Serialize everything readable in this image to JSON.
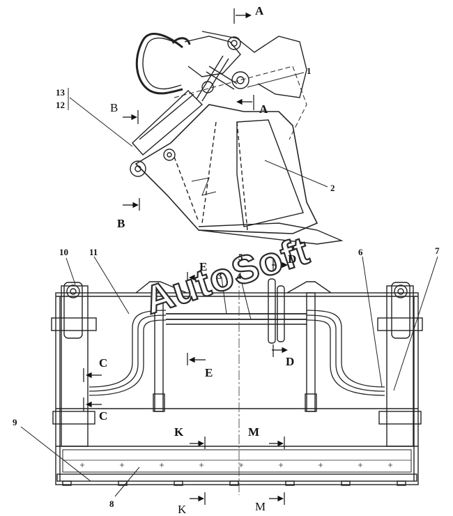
{
  "watermark": "AutoSoft",
  "part_numbers": {
    "n1": "1",
    "n2": "2",
    "n3": "3",
    "n4": "4",
    "n5": "5",
    "n6": "6",
    "n7": "7",
    "n8": "8",
    "n9": "9",
    "n10": "10",
    "n11": "11",
    "n12": "12",
    "n13": "13"
  },
  "section_marks": {
    "a_top": "A",
    "a_mid": "A",
    "b_top": "B",
    "b_bot": "B",
    "c_top": "C",
    "c_bot": "C",
    "d_top": "D",
    "d_bot": "D",
    "e_top": "E",
    "e_bot": "E",
    "k_top": "K",
    "k_bot": "K",
    "m_top": "M",
    "m_bot": "M"
  }
}
